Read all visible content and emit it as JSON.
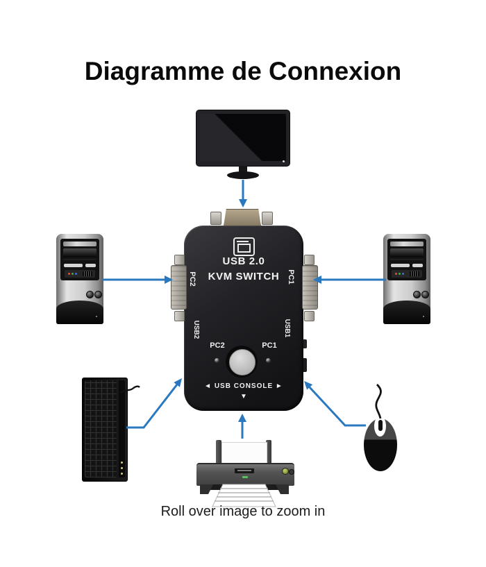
{
  "page": {
    "title": "Diagramme de Connexion",
    "zoom_hint": "Roll over image to zoom in"
  },
  "colors": {
    "arrow": "#2a78bf",
    "background": "#ffffff",
    "switch_body": "#1e1e21"
  },
  "kvm_switch": {
    "panel_icon": "monitor-icon",
    "title_line1": "USB 2.0",
    "title_line2": "KVM SWITCH",
    "left_vga_port_label": "PC2",
    "right_vga_port_label": "PC1",
    "left_usb_port_label": "USB2",
    "right_usb_port_label": "USB1",
    "led_left_label": "PC2",
    "led_right_label": "PC1",
    "console_label": "◄ USB CONSOLE ►",
    "console_pointer": "▼"
  },
  "diagram": {
    "nodes": [
      "monitor",
      "pc-left",
      "pc-right",
      "keyboard",
      "mouse",
      "printer",
      "kvm-switch"
    ],
    "edges": [
      {
        "from": "monitor",
        "to": "kvm-switch"
      },
      {
        "from": "pc-left",
        "to": "kvm-switch"
      },
      {
        "from": "pc-right",
        "to": "kvm-switch"
      },
      {
        "from": "keyboard",
        "to": "kvm-switch"
      },
      {
        "from": "mouse",
        "to": "kvm-switch"
      },
      {
        "from": "printer",
        "to": "kvm-switch"
      }
    ]
  }
}
